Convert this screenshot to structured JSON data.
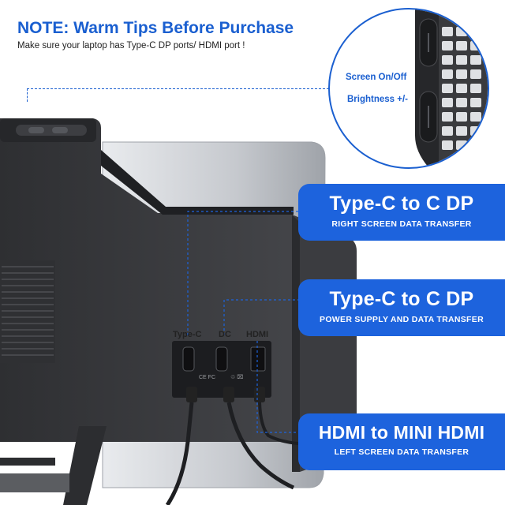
{
  "note": {
    "title": "NOTE: Warm Tips Before Purchase",
    "subtitle": "Make sure your laptop has Type-C DP ports/ HDMI port !"
  },
  "zoom": {
    "label_power": "Screen On/Off",
    "label_brightness": "Brightness +/-"
  },
  "ports": {
    "typec": "Type-C",
    "dc": "DC",
    "hdmi": "HDMI"
  },
  "callouts": [
    {
      "title": "Type-C to C DP",
      "subtitle": "RIGHT SCREEN DATA TRANSFER"
    },
    {
      "title": "Type-C to C DP",
      "subtitle": "POWER SUPPLY AND DATA TRANSFER"
    },
    {
      "title": "HDMI to MINI HDMI",
      "subtitle": "LEFT SCREEN DATA TRANSFER"
    }
  ],
  "colors": {
    "accent": "#1d63dd",
    "monitor_body": "#3a3b3e",
    "silver": "#c9ccd1"
  }
}
